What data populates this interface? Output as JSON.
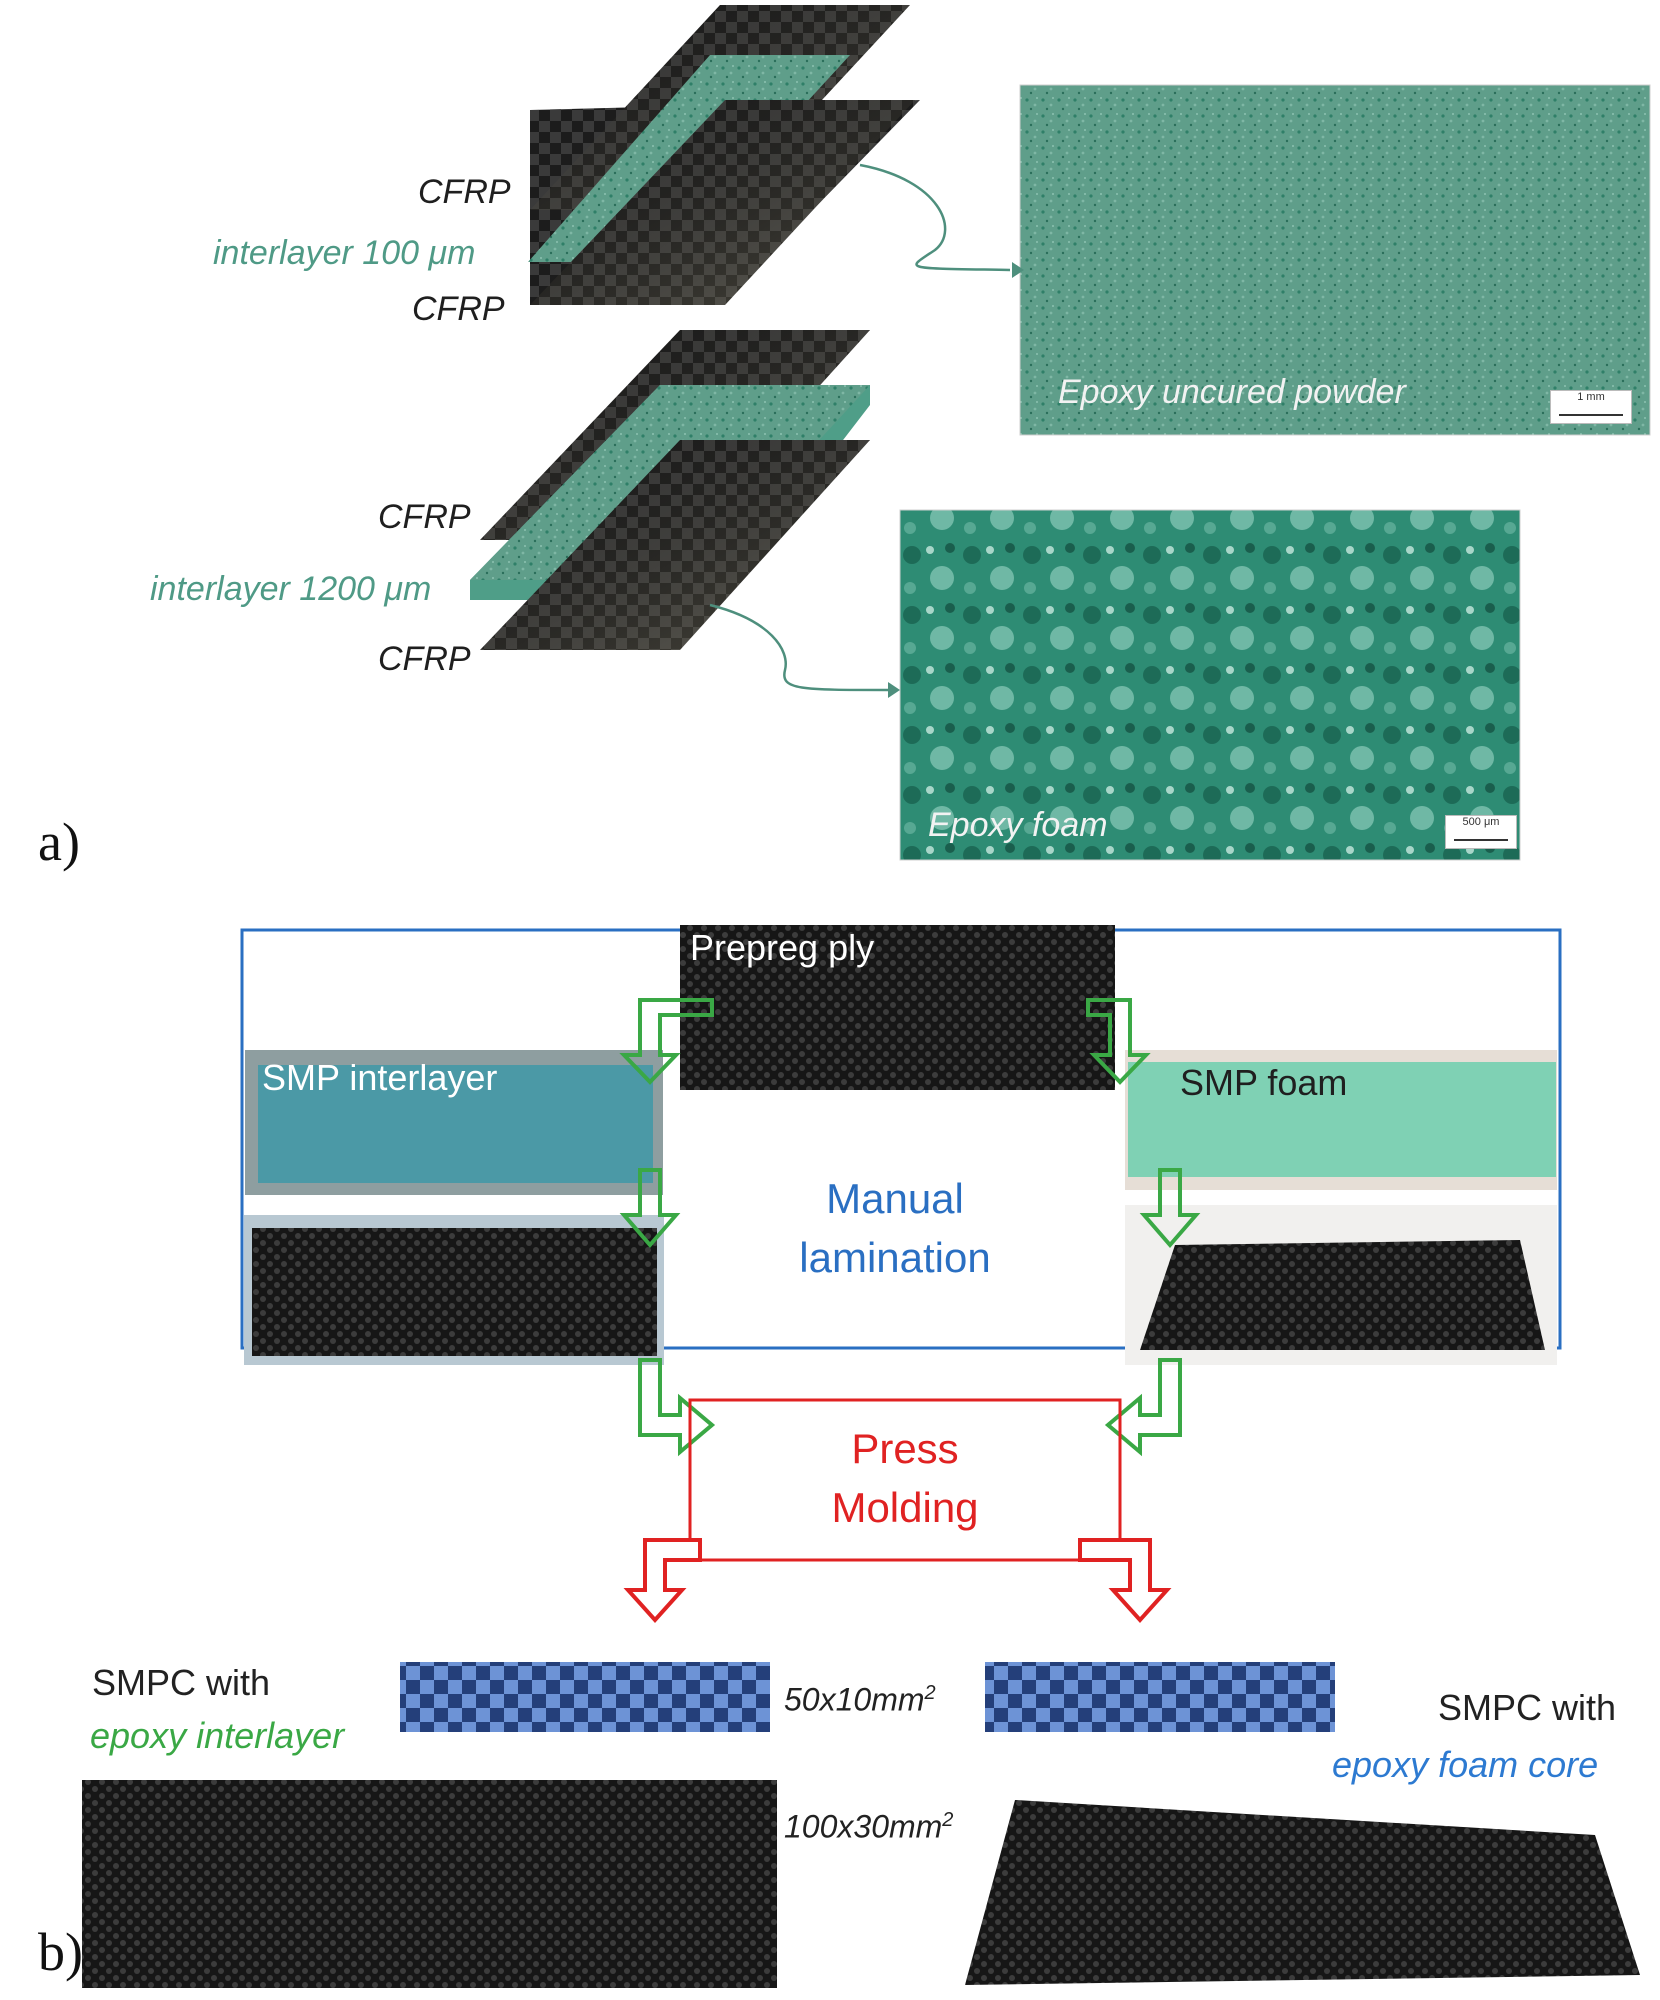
{
  "panel_a": {
    "label": "a)",
    "stack_top": {
      "layer1": "CFRP",
      "interlayer": "interlayer 100 μm",
      "layer2": "CFRP"
    },
    "stack_bottom": {
      "layer1": "CFRP",
      "interlayer": "interlayer 1200 μm",
      "layer2": "CFRP"
    },
    "photo_top": {
      "caption": "Epoxy uncured powder",
      "scale": "1 mm"
    },
    "photo_bottom": {
      "caption": "Epoxy foam",
      "scale": "500 μm"
    }
  },
  "panel_b": {
    "label": "b)",
    "prepreg_label": "Prepreg ply",
    "smp_interlayer_label": "SMP interlayer",
    "smp_foam_label": "SMP foam",
    "center_process": [
      "Manual",
      "lamination"
    ],
    "press_process": [
      "Press",
      "Molding"
    ],
    "left_result": {
      "line1": "SMPC with",
      "line2": "epoxy interlayer"
    },
    "right_result": {
      "line1": "SMPC with",
      "line2": "epoxy foam core"
    },
    "dim_small": "50x10mm",
    "dim_large": "100x30mm",
    "dim_exp": "2"
  },
  "colors": {
    "flow_blue": "#2a6fc2",
    "flow_red": "#e02222",
    "arrow_green": "#3aa845",
    "teal": "#3e9d85"
  }
}
